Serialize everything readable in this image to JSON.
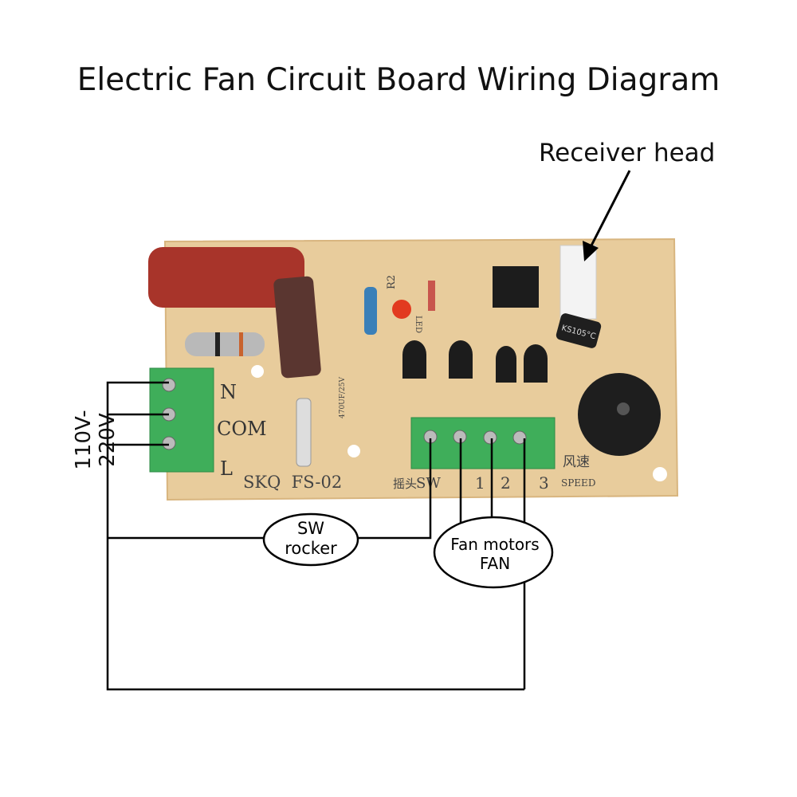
{
  "title": "Electric Fan Circuit Board Wiring Diagram",
  "receiver_label": "Receiver head",
  "voltage_label": "110V-220V",
  "board": {
    "model": "SKQ  FS-02",
    "power_terminals": [
      "N",
      "COM",
      "L"
    ],
    "speed_terminals": [
      "摇头",
      "SW",
      "1",
      "2",
      "3"
    ],
    "speed_cn": "风速",
    "speed_en": "SPEED",
    "component_labels": {
      "r2": "R2",
      "led": "LED",
      "cap": "470UF/25V",
      "ks": "KS105°C"
    }
  },
  "sw_rocker": {
    "line1": "SW",
    "line2": "rocker"
  },
  "fan_motors": {
    "line1": "Fan motors",
    "line2": "FAN"
  },
  "colors": {
    "board": "#e8cc9c",
    "terminal": "#3fae5a",
    "capacitor": "#a8342a",
    "wire": "#000000"
  }
}
